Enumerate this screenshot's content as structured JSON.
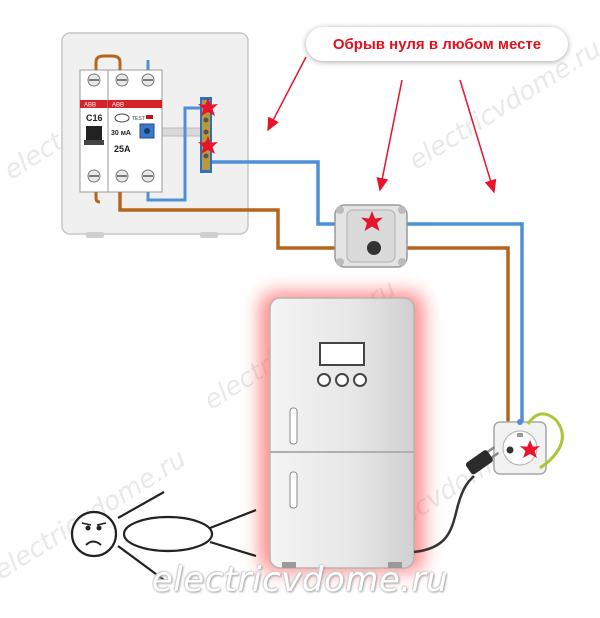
{
  "callout": {
    "text": "Обрыв нуля в любом месте"
  },
  "footer": {
    "text": "electricvdome.ru"
  },
  "watermark": {
    "text": "electricvdome.ru"
  },
  "breaker_panel": {
    "rcd_brand": "ABB",
    "breaker_brand": "ABB",
    "breaker_rating": "C16",
    "rcd_leakage": "30 мА",
    "rcd_rating": "25A",
    "test_label": "TEST"
  },
  "colors": {
    "neutral_wire": "#4f8fd8",
    "phase_wire": "#b5651d",
    "ground_wire": "#a8c83a",
    "break_star": "#e8142c",
    "callout_text": "#e0101e",
    "fridge_glow": "#ff2a2a"
  },
  "icons": [
    "break-star-icon",
    "arrow-icon",
    "sad-face-icon",
    "plug-icon"
  ]
}
